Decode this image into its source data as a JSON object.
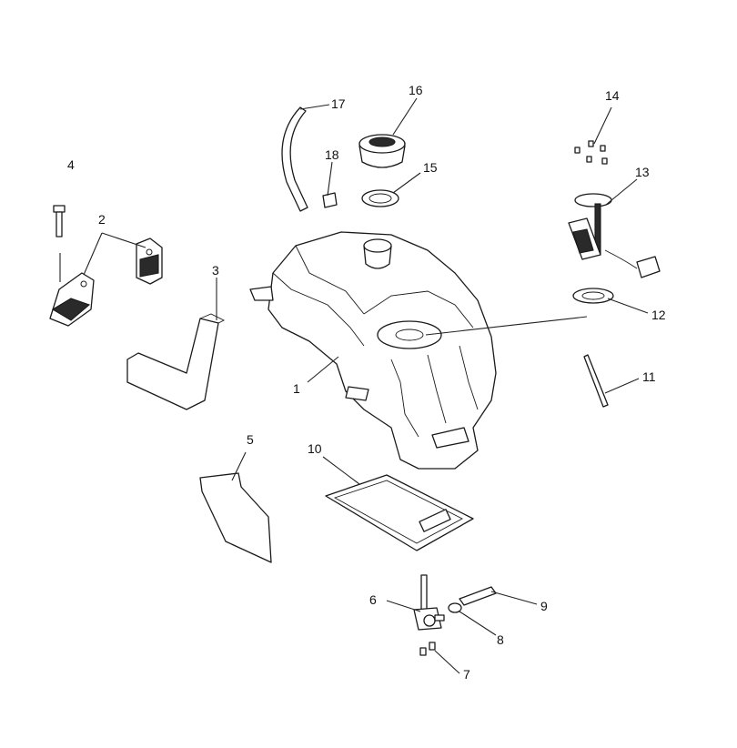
{
  "callouts": [
    {
      "id": "1",
      "text": "1"
    },
    {
      "id": "2",
      "text": "2"
    },
    {
      "id": "3",
      "text": "3"
    },
    {
      "id": "4",
      "text": "4"
    },
    {
      "id": "5",
      "text": "5"
    },
    {
      "id": "6",
      "text": "6"
    },
    {
      "id": "7",
      "text": "7"
    },
    {
      "id": "8",
      "text": "8"
    },
    {
      "id": "9",
      "text": "9"
    },
    {
      "id": "10",
      "text": "10"
    },
    {
      "id": "11",
      "text": "11"
    },
    {
      "id": "12",
      "text": "12"
    },
    {
      "id": "13",
      "text": "13"
    },
    {
      "id": "14",
      "text": "14"
    },
    {
      "id": "15",
      "text": "15"
    },
    {
      "id": "16",
      "text": "16"
    },
    {
      "id": "17",
      "text": "17"
    },
    {
      "id": "18",
      "text": "18"
    }
  ]
}
